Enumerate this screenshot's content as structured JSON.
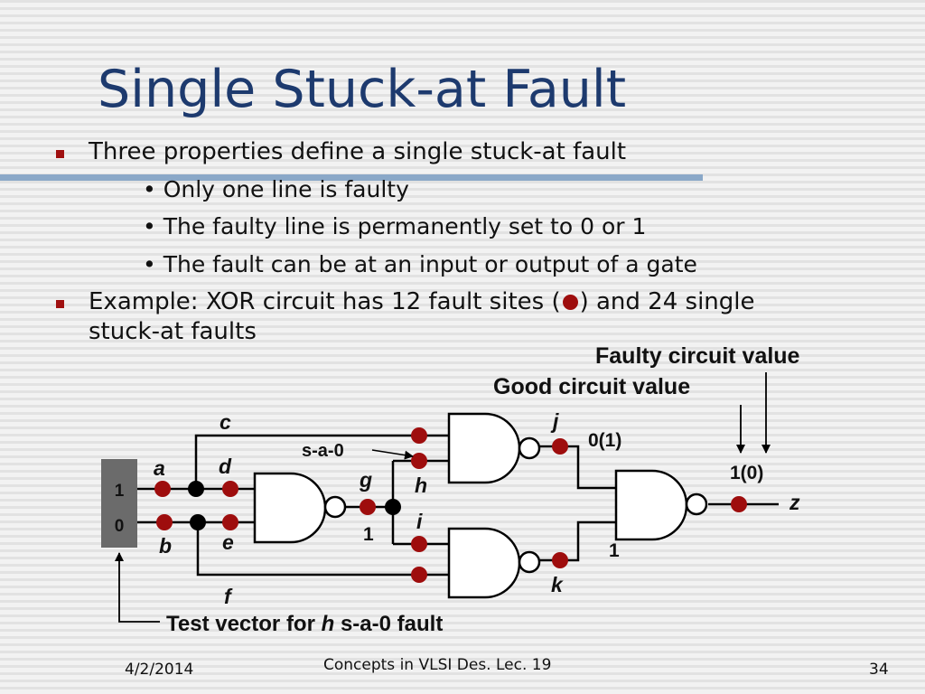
{
  "slide": {
    "title": "Single Stuck-at Fault",
    "bullets": [
      {
        "text": "Three properties define a single stuck-at fault",
        "subbullets": [
          "Only one line is faulty",
          "The faulty line is permanently set to 0 or 1",
          "The fault can be at an input or output of a gate"
        ]
      },
      {
        "text_before": "Example: XOR circuit has 12 fault sites (",
        "text_after": ") and 24 single",
        "text_line2": "stuck-at faults"
      }
    ]
  },
  "diagram": {
    "input_values": [
      "1",
      "0"
    ],
    "line_labels": {
      "a": "a",
      "b": "b",
      "c": "c",
      "d": "d",
      "e": "e",
      "f": "f",
      "g": "g",
      "h": "h",
      "i": "i",
      "j": "j",
      "k": "k",
      "z": "z"
    },
    "annotations": {
      "faulty_circuit_value": "Faulty circuit value",
      "good_circuit_value": "Good circuit value",
      "sa0": "s-a-0",
      "j_value": "0(1)",
      "z_value": "1(0)",
      "g_value": "1",
      "k_value": "1",
      "test_vector_prefix": "Test vector for ",
      "test_vector_line": "h",
      "test_vector_suffix": " s-a-0 fault"
    },
    "colors": {
      "fault_site": "#9e0d0d",
      "junction": "#000000",
      "input_box": "#6b6b6b",
      "title": "#1d3a6e",
      "bullet": "#a01010"
    }
  },
  "footer": {
    "date": "4/2/2014",
    "course": "Concepts in VLSI Des. Lec. 19",
    "page": "34"
  }
}
